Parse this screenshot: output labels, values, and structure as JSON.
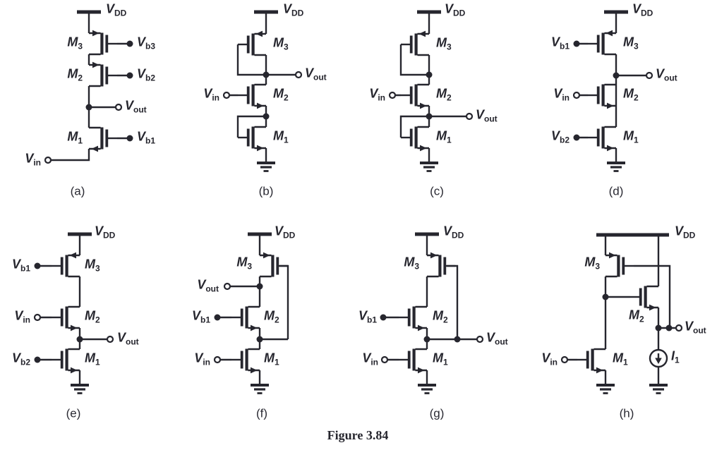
{
  "figure_caption": "Figure 3.84",
  "colors": {
    "ink": "#26262e",
    "background": "#ffffff"
  },
  "circuits": {
    "a": {
      "caption": "(a)",
      "vdd": {
        "main": "V",
        "sub": "DD"
      },
      "m3": {
        "main": "M",
        "sub": "3"
      },
      "vb3": {
        "main": "V",
        "sub": "b3"
      },
      "m2": {
        "main": "M",
        "sub": "2"
      },
      "vb2": {
        "main": "V",
        "sub": "b2"
      },
      "vout": {
        "main": "V",
        "sub": "out"
      },
      "m1": {
        "main": "M",
        "sub": "1"
      },
      "vb1": {
        "main": "V",
        "sub": "b1"
      },
      "vin": {
        "main": "V",
        "sub": "in"
      }
    },
    "b": {
      "caption": "(b)",
      "vdd": {
        "main": "V",
        "sub": "DD"
      },
      "m3": {
        "main": "M",
        "sub": "3"
      },
      "vout": {
        "main": "V",
        "sub": "out"
      },
      "vin": {
        "main": "V",
        "sub": "in"
      },
      "m2": {
        "main": "M",
        "sub": "2"
      },
      "m1": {
        "main": "M",
        "sub": "1"
      }
    },
    "c": {
      "caption": "(c)",
      "vdd": {
        "main": "V",
        "sub": "DD"
      },
      "m3": {
        "main": "M",
        "sub": "3"
      },
      "vin": {
        "main": "V",
        "sub": "in"
      },
      "m2": {
        "main": "M",
        "sub": "2"
      },
      "vout": {
        "main": "V",
        "sub": "out"
      },
      "m1": {
        "main": "M",
        "sub": "1"
      }
    },
    "d": {
      "caption": "(d)",
      "vdd": {
        "main": "V",
        "sub": "DD"
      },
      "vb1": {
        "main": "V",
        "sub": "b1"
      },
      "m3": {
        "main": "M",
        "sub": "3"
      },
      "vout": {
        "main": "V",
        "sub": "out"
      },
      "vin": {
        "main": "V",
        "sub": "in"
      },
      "m2": {
        "main": "M",
        "sub": "2"
      },
      "vb2": {
        "main": "V",
        "sub": "b2"
      },
      "m1": {
        "main": "M",
        "sub": "1"
      }
    },
    "e": {
      "caption": "(e)",
      "vdd": {
        "main": "V",
        "sub": "DD"
      },
      "vb1": {
        "main": "V",
        "sub": "b1"
      },
      "m3": {
        "main": "M",
        "sub": "3"
      },
      "vin": {
        "main": "V",
        "sub": "in"
      },
      "m2": {
        "main": "M",
        "sub": "2"
      },
      "vout": {
        "main": "V",
        "sub": "out"
      },
      "vb2": {
        "main": "V",
        "sub": "b2"
      },
      "m1": {
        "main": "M",
        "sub": "1"
      }
    },
    "f": {
      "caption": "(f)",
      "vdd": {
        "main": "V",
        "sub": "DD"
      },
      "m3": {
        "main": "M",
        "sub": "3"
      },
      "vout": {
        "main": "V",
        "sub": "out"
      },
      "vb1": {
        "main": "V",
        "sub": "b1"
      },
      "m2": {
        "main": "M",
        "sub": "2"
      },
      "vin": {
        "main": "V",
        "sub": "in"
      },
      "m1": {
        "main": "M",
        "sub": "1"
      }
    },
    "g": {
      "caption": "(g)",
      "vdd": {
        "main": "V",
        "sub": "DD"
      },
      "m3": {
        "main": "M",
        "sub": "3"
      },
      "vb1": {
        "main": "V",
        "sub": "b1"
      },
      "m2": {
        "main": "M",
        "sub": "2"
      },
      "vout": {
        "main": "V",
        "sub": "out"
      },
      "vin": {
        "main": "V",
        "sub": "in"
      },
      "m1": {
        "main": "M",
        "sub": "1"
      }
    },
    "h": {
      "caption": "(h)",
      "vdd": {
        "main": "V",
        "sub": "DD"
      },
      "m3": {
        "main": "M",
        "sub": "3"
      },
      "m2": {
        "main": "M",
        "sub": "2"
      },
      "vout": {
        "main": "V",
        "sub": "out"
      },
      "vin": {
        "main": "V",
        "sub": "in"
      },
      "m1": {
        "main": "M",
        "sub": "1"
      },
      "i1": {
        "main": "I",
        "sub": "1"
      }
    }
  }
}
